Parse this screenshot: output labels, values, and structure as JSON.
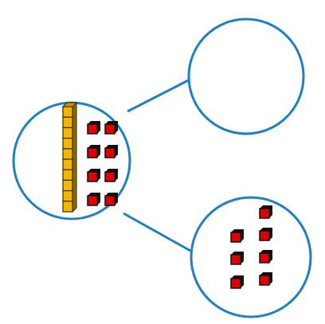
{
  "diagram": {
    "type": "number-bond-place-value",
    "colors": {
      "circle_stroke": "#1f7fc4",
      "ten_rod_fill": "#f2b800",
      "ten_rod_stroke": "#3a2a00",
      "cube_face": "#e00000",
      "cube_edge": "#111111"
    },
    "whole": {
      "tens_rods": 1,
      "ones_cubes": 8
    },
    "part_top": {
      "label": ""
    },
    "part_bottom": {
      "ones_cubes": 7
    }
  }
}
